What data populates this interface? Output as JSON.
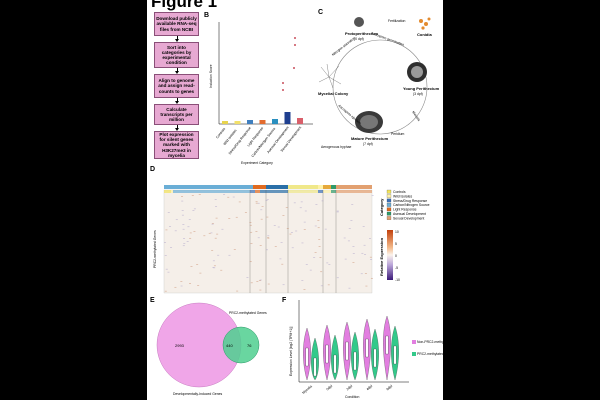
{
  "figure": {
    "title": "Figure 1"
  },
  "panels": {
    "b": "B",
    "c": "C",
    "d": "D",
    "e": "E",
    "f": "F"
  },
  "flow_steps": [
    "Download publicly available RNA-seq files from NCBI",
    "Sort into categories by experimental condition",
    "Align to genome and assign read-counts to genes",
    "Calculate transcripts per million",
    "Plot expression for silent genes marked with H3K27me3 in mycelia"
  ],
  "panel_b": {
    "ylabel": "Induction Score",
    "xlabel": "Experiment Category",
    "categories": [
      "Controls",
      "Wild Isolates",
      "Stress/Drug Response",
      "Light Response",
      "Carbon/Nitrogen Source",
      "Asexual Development",
      "Sexual Development"
    ],
    "colors": [
      "#e8d44d",
      "#f2e06a",
      "#3f7fbf",
      "#e36b2e",
      "#2a8fbf",
      "#1f3f8f",
      "#d95f6a"
    ]
  },
  "panel_c": {
    "stages": [
      {
        "name": "Protoperithecium",
        "sub": "(0 dpf)"
      },
      {
        "name": "Conidia",
        "sub": ""
      },
      {
        "name": "Young Perithecium",
        "sub": "(3 dpf)"
      },
      {
        "name": "Mature Perithecium",
        "sub": "(7 dpf)"
      },
      {
        "name": "Mycelial Colony",
        "sub": ""
      }
    ],
    "arrow_labels": [
      "Fertilization",
      "Nitrogen starvation",
      "Meiosis",
      "Ascospore ejection",
      "Ascospore germination"
    ],
    "extra": [
      "Aerogenous hyphae",
      "Peridium"
    ]
  },
  "panel_d": {
    "ylabel": "PRC2-methylated Genes",
    "legend_title": "Category",
    "legend": [
      {
        "label": "Controls",
        "color": "#f2e35a"
      },
      {
        "label": "Wild Isolates",
        "color": "#fff2a8"
      },
      {
        "label": "Stress/Drug Response",
        "color": "#3b6fb6"
      },
      {
        "label": "Carbon/Nitrogen Source",
        "color": "#6aaed6"
      },
      {
        "label": "Light Response",
        "color": "#e06a1f"
      },
      {
        "label": "Asexual Development",
        "color": "#2f9a6a"
      },
      {
        "label": "Sexual Development",
        "color": "#e2a070"
      }
    ],
    "scale_title": "Relative Expression",
    "scale_ticks": [
      "10",
      "5",
      "0",
      "-5",
      "-10"
    ]
  },
  "panel_e": {
    "left_only": "2993",
    "overlap": "440",
    "right_only": "76",
    "left_label": "Developmentally-Induced Genes",
    "right_label": "PRC2-methylated Genes"
  },
  "panel_f": {
    "ylabel": "Expression Level [log2 (TPM+1)]",
    "xlabel": "Condition",
    "conditions": [
      "Mycelia",
      "0dpf",
      "2dpf",
      "4dpf",
      "6dpf"
    ],
    "legend": [
      {
        "label": "Non-PRC2-methylated genes",
        "color": "#e27ee0"
      },
      {
        "label": "PRC2-methylated genes",
        "color": "#33c98a"
      }
    ]
  }
}
